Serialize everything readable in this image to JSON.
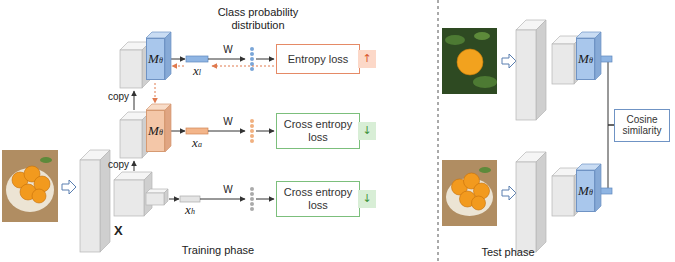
{
  "diagram": {
    "nodes": [
      {
        "text": [
          "Mθ"
        ]
      },
      {
        "text": [
          "Entropy loss"
        ]
      },
      {
        "text": [
          "↑"
        ]
      },
      {
        "text": [
          "Mθ"
        ]
      },
      {
        "text": [
          "Cross entropy loss"
        ]
      },
      {
        "text": [
          "↓"
        ]
      },
      {
        "text": [
          "Cross entropy loss"
        ]
      },
      {
        "text": [
          "↓"
        ]
      },
      {
        "text": [
          "Mθ"
        ]
      },
      {
        "text": [
          "Cosine similarity"
        ]
      },
      {
        "text": [
          "Mθ"
        ]
      }
    ],
    "edges": [
      {
        "from": 8,
        "to": 9,
        "arrow": "none"
      },
      {
        "from": 10,
        "to": 9,
        "arrow": "none"
      }
    ],
    "labels": [
      "Class probability distribution",
      "copy",
      "W",
      "xl",
      "copy",
      "W",
      "xa",
      "W",
      "xh",
      "X",
      "Training phase",
      "Test phase"
    ]
  }
}
